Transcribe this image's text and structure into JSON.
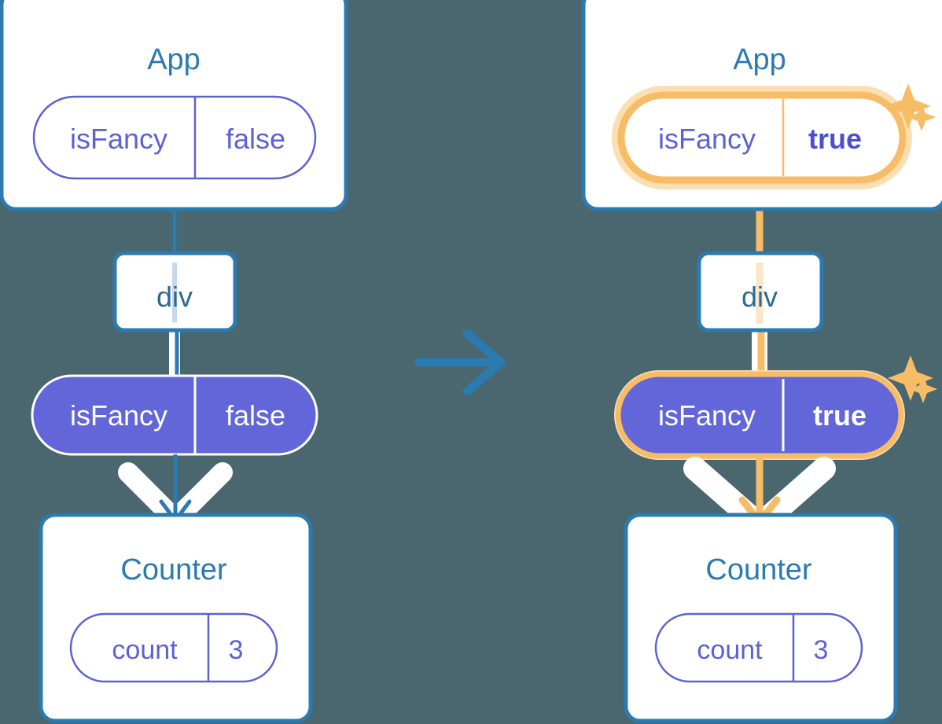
{
  "meta": {
    "title": "React state propagation diagram: isFancy false to true",
    "background_color": "#4a666e"
  },
  "colors": {
    "box_border": "#2b7bb0",
    "box_fill": "#ffffff",
    "title_text": "#2b7bb0",
    "pill_outline": "#5c62d6",
    "pill_text": "#5c62d6",
    "pill_filled_bg": "#6366d8",
    "pill_filled_text": "#ffffff",
    "highlight_orange": "#f7bd66",
    "highlight_orange_glow": "#fbdfb2",
    "connector_blue": "#2b7bb0",
    "connector_faded_blue": "#c5d8ec",
    "connector_faded_orange": "#fbe6c6",
    "arrow_white": "#ffffff",
    "transition_arrow": "#2b7bb0"
  },
  "panels": [
    {
      "id": "before",
      "app": {
        "title": "App",
        "state_pill": {
          "key": "isFancy",
          "value": "false",
          "style": "outline",
          "highlighted": false,
          "bold_value": false
        }
      },
      "div_node": {
        "label": "div"
      },
      "props_pill": {
        "key": "isFancy",
        "value": "false",
        "style": "filled",
        "highlighted": false,
        "bold_value": false
      },
      "counter": {
        "title": "Counter",
        "state_pill": {
          "key": "count",
          "value": "3",
          "style": "outline",
          "highlighted": false,
          "bold_value": false
        }
      },
      "sparkles": []
    },
    {
      "id": "after",
      "app": {
        "title": "App",
        "state_pill": {
          "key": "isFancy",
          "value": "true",
          "style": "outline",
          "highlighted": true,
          "bold_value": true
        }
      },
      "div_node": {
        "label": "div"
      },
      "props_pill": {
        "key": "isFancy",
        "value": "true",
        "style": "filled",
        "highlighted": true,
        "bold_value": true
      },
      "counter": {
        "title": "Counter",
        "state_pill": {
          "key": "count",
          "value": "3",
          "style": "outline",
          "highlighted": false,
          "bold_value": false
        }
      },
      "sparkles": [
        {
          "name": "sparkle-app-large"
        },
        {
          "name": "sparkle-app-small"
        },
        {
          "name": "sparkle-props-large"
        },
        {
          "name": "sparkle-props-small"
        }
      ]
    }
  ],
  "transition": {
    "icon": "arrow-right-icon",
    "direction": "right"
  }
}
